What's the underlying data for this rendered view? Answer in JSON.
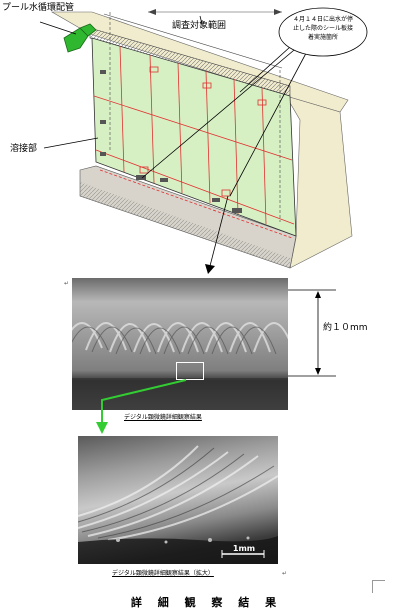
{
  "labels": {
    "pool_pipe": "プール水循環配管",
    "survey_range": "調査対象範囲",
    "weld_part": "溶接部",
    "callout_line1": "４月１４日に出水が停",
    "callout_line2": "止した際のシール板接",
    "callout_line3": "着実施箇所",
    "approx_10mm": "約１０mm",
    "scale_1mm": "1mm"
  },
  "captions": {
    "photo1": "デジタル顕微鏡詳細観察結果",
    "photo2": "デジタル顕微鏡詳細観察結果（拡大）"
  },
  "title": "詳 細 観 察 結 果",
  "colors": {
    "wall_green": "#d6f0c4",
    "grid_red": "#e23030",
    "concrete": "#f1eccd",
    "arrow_green": "#33cc33"
  }
}
